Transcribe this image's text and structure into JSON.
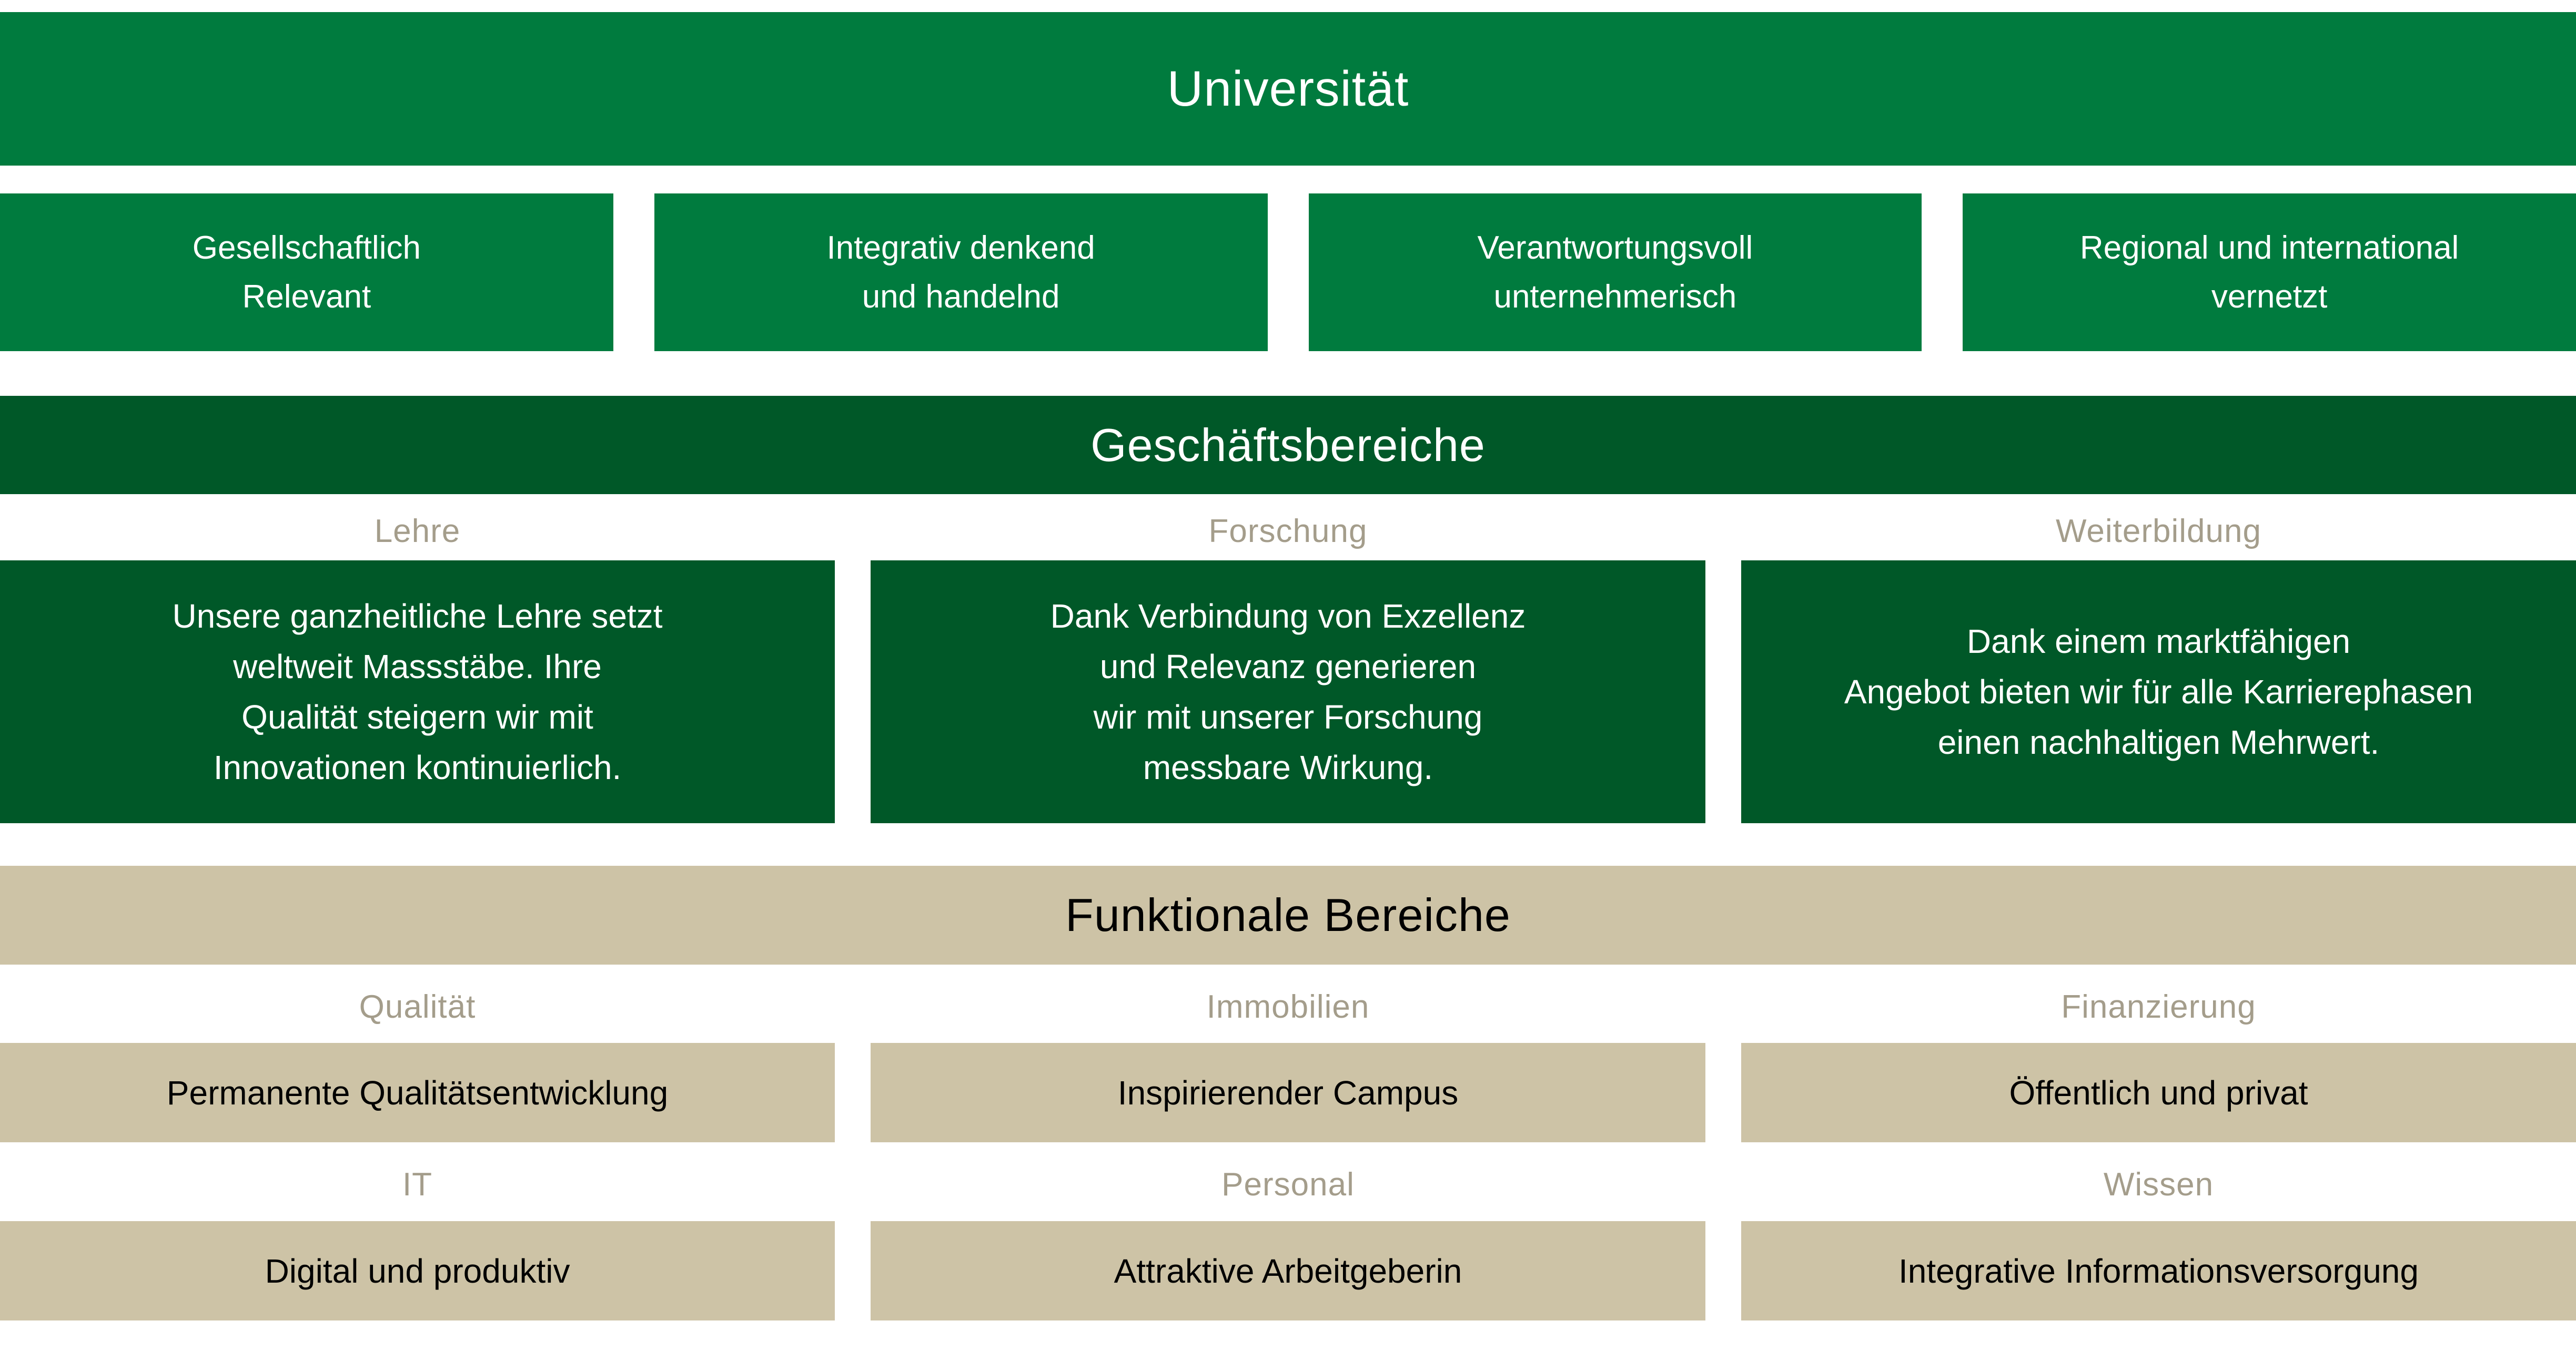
{
  "palette": {
    "green": "#007B3E",
    "dark_green": "#005828",
    "tan": "#CDC3A6",
    "muted_label": "#A49D8B",
    "text_dark": "#000000",
    "text_light": "#FFFFFF",
    "page_bg": "#FFFFFF"
  },
  "university": {
    "title": "Universität"
  },
  "guiding_principles": [
    {
      "label": "Gesellschaftlich\nRelevant"
    },
    {
      "label": "Integrativ denkend\nund handelnd"
    },
    {
      "label": "Verantwortungsvoll\nunternehmerisch"
    },
    {
      "label": "Regional und international\nvernetzt"
    }
  ],
  "business_areas": {
    "title": "Geschäftsbereiche",
    "columns": [
      {
        "name": "Lehre",
        "statement": "Unsere ganzheitliche Lehre setzt\nweltweit Massstäbe. Ihre\nQualität steigern wir mit\nInnovationen kontinuierlich."
      },
      {
        "name": "Forschung",
        "statement": "Dank Verbindung von Exzellenz\nund Relevanz generieren\nwir mit unserer Forschung\nmessbare Wirkung."
      },
      {
        "name": "Weiterbildung",
        "statement": "Dank einem marktfähigen\nAngebot bieten wir für alle Karrierephasen\neinen nachhaltigen Mehrwert."
      }
    ]
  },
  "functional_areas": {
    "title": "Funktionale Bereiche",
    "rows": [
      [
        {
          "name": "Qualität",
          "statement": "Permanente Qualitätsentwicklung"
        },
        {
          "name": "Immobilien",
          "statement": "Inspirierender Campus"
        },
        {
          "name": "Finanzierung",
          "statement": "Öffentlich und privat"
        }
      ],
      [
        {
          "name": "IT",
          "statement": "Digital und produktiv"
        },
        {
          "name": "Personal",
          "statement": "Attraktive Arbeitgeberin"
        },
        {
          "name": "Wissen",
          "statement": "Integrative Informationsversorgung"
        }
      ]
    ]
  }
}
